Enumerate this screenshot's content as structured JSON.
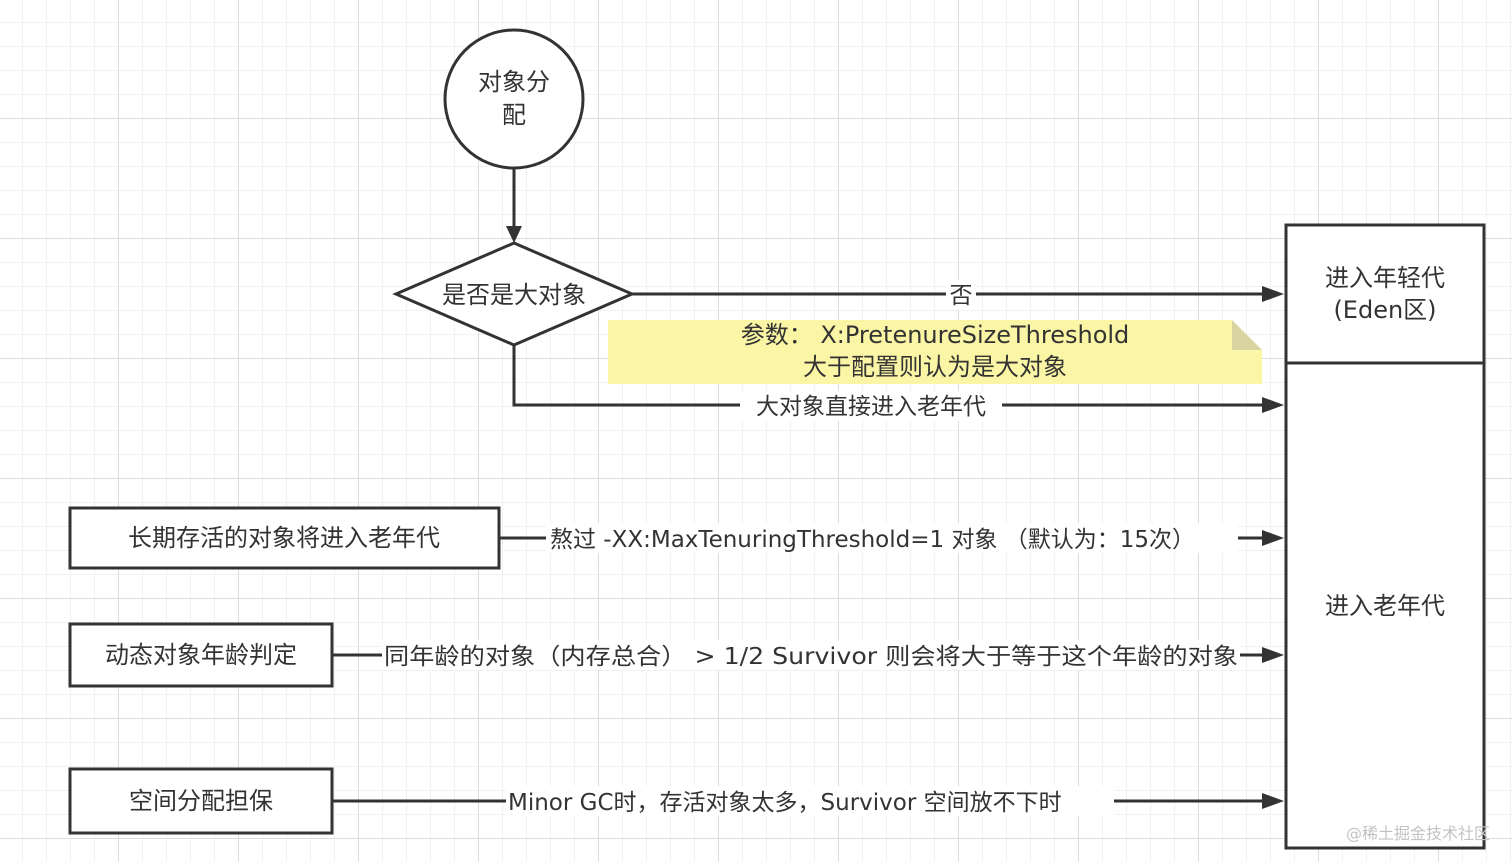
{
  "nodes": {
    "start": {
      "lines": [
        "对象分",
        "配"
      ]
    },
    "decision": {
      "text": "是否是大对象"
    },
    "young_gen": {
      "lines": [
        "进入年轻代",
        "(Eden区)"
      ]
    },
    "old_gen": {
      "text": "进入老年代"
    },
    "long_lived": {
      "text": "长期存活的对象将进入老年代"
    },
    "dynamic_age": {
      "text": "动态对象年龄判定"
    },
    "guarantee": {
      "text": "空间分配担保"
    }
  },
  "edges": {
    "no": "否",
    "big_object": "大对象直接进入老年代",
    "long_lived": "熬过 -XX:MaxTenuringThreshold=1 对象 （默认为：15次）",
    "dynamic_age": "同年龄的对象（内存总合） > 1/2 Survivor 则会将大于等于这个年龄的对象",
    "guarantee": "Minor GC时，存活对象太多，Survivor 空间放不下时"
  },
  "note": {
    "lines": [
      "参数：  X:PretenureSizeThreshold",
      "大于配置则认为是大对象"
    ],
    "color": "#fbf6a6"
  },
  "watermark": "@稀土掘金技术社区"
}
